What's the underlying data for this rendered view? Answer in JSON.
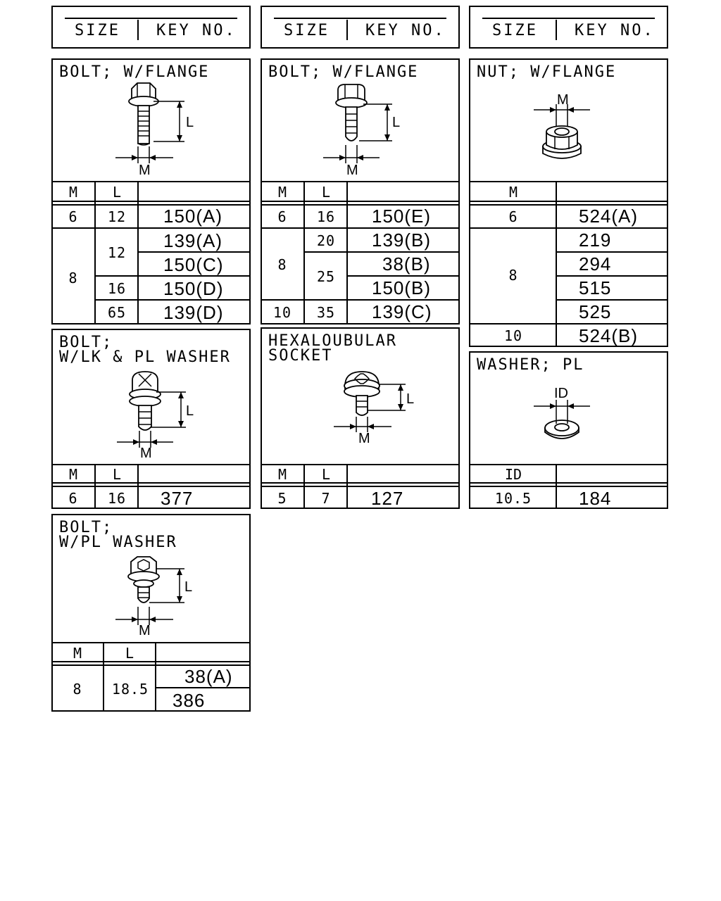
{
  "header": {
    "size_label": "SIZE",
    "key_label": "KEY NO."
  },
  "col": {
    "m": "M",
    "l": "L",
    "id": "ID"
  },
  "dims": {
    "l": "L",
    "m": "M",
    "id": "ID"
  },
  "panels": {
    "bolt_flange_a": {
      "title": "BOLT; W/FLANGE",
      "rows": [
        {
          "m": "6",
          "l": "12",
          "key": "150(A)"
        },
        {
          "m": "8",
          "l": "12",
          "key": "139(A)"
        },
        {
          "m": "",
          "l": "",
          "key": "150(C)"
        },
        {
          "m": "",
          "l": "16",
          "key": "150(D)"
        },
        {
          "m": "",
          "l": "65",
          "key": "139(D)"
        }
      ]
    },
    "bolt_flange_b": {
      "title": "BOLT; W/FLANGE",
      "rows": [
        {
          "m": "6",
          "l": "16",
          "key": "150(E)"
        },
        {
          "m": "8",
          "l": "20",
          "key": "139(B)"
        },
        {
          "m": "",
          "l": "25",
          "key": "38(B)"
        },
        {
          "m": "",
          "l": "",
          "key": "150(B)"
        },
        {
          "m": "10",
          "l": "35",
          "key": "139(C)"
        }
      ]
    },
    "nut_flange": {
      "title": "NUT; W/FLANGE",
      "rows": [
        {
          "m": "6",
          "key": "524(A)"
        },
        {
          "m": "8",
          "key": "219"
        },
        {
          "m": "",
          "key": "294"
        },
        {
          "m": "",
          "key": "515"
        },
        {
          "m": "",
          "key": "525"
        },
        {
          "m": "10",
          "key": "524(B)"
        }
      ]
    },
    "bolt_lk_pl": {
      "title_line1": "BOLT;",
      "title_line2": "W/LK & PL WASHER",
      "rows": [
        {
          "m": "6",
          "l": "16",
          "key": "377"
        }
      ]
    },
    "hexalobular": {
      "title_line1": "HEXALOUBULAR",
      "title_line2": "SOCKET",
      "rows": [
        {
          "m": "5",
          "l": "7",
          "key": "127"
        }
      ]
    },
    "washer_pl": {
      "title": "WASHER; PL",
      "rows": [
        {
          "id": "10.5",
          "key": "184"
        }
      ]
    },
    "bolt_pl": {
      "title_line1": "BOLT;",
      "title_line2": "W/PL WASHER",
      "rows": [
        {
          "m": "8",
          "l": "18.5",
          "key": "38(A)"
        },
        {
          "m": "",
          "l": "",
          "key": "386"
        }
      ]
    }
  }
}
